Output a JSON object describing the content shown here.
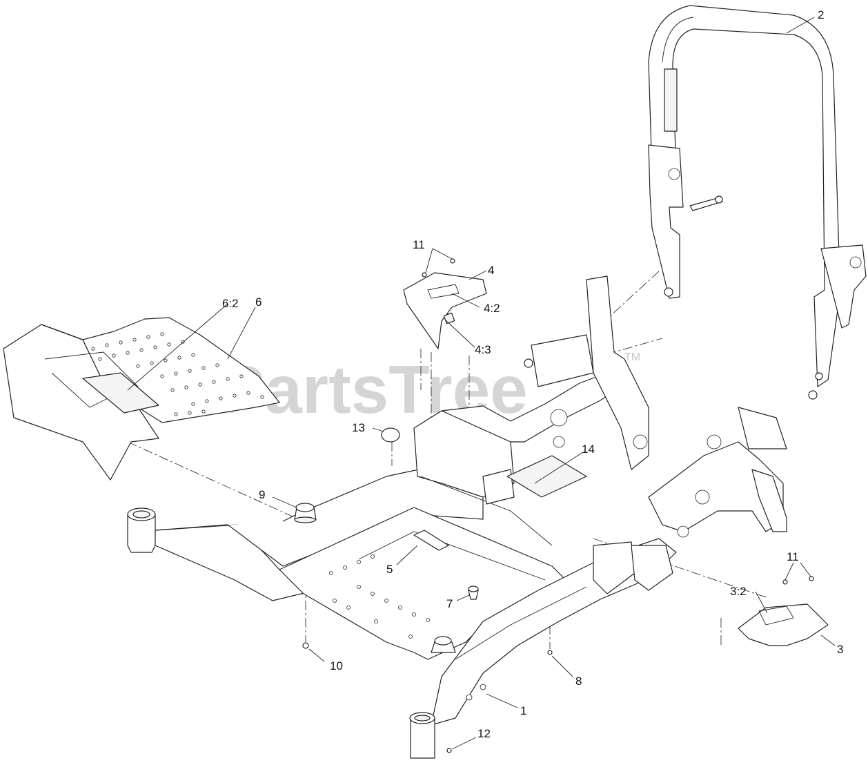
{
  "watermark": {
    "brand": "PartsTree",
    "trademark": "TM"
  },
  "callouts": {
    "c1": "1",
    "c2": "2",
    "c3": "3",
    "c3_2": "3:2",
    "c4": "4",
    "c4_2": "4:2",
    "c4_3": "4:3",
    "c5": "5",
    "c6": "6",
    "c6_2": "6:2",
    "c7": "7",
    "c8": "8",
    "c9": "9",
    "c10": "10",
    "c11_top": "11",
    "c11_right": "11",
    "c12": "12",
    "c13": "13",
    "c14": "14"
  }
}
